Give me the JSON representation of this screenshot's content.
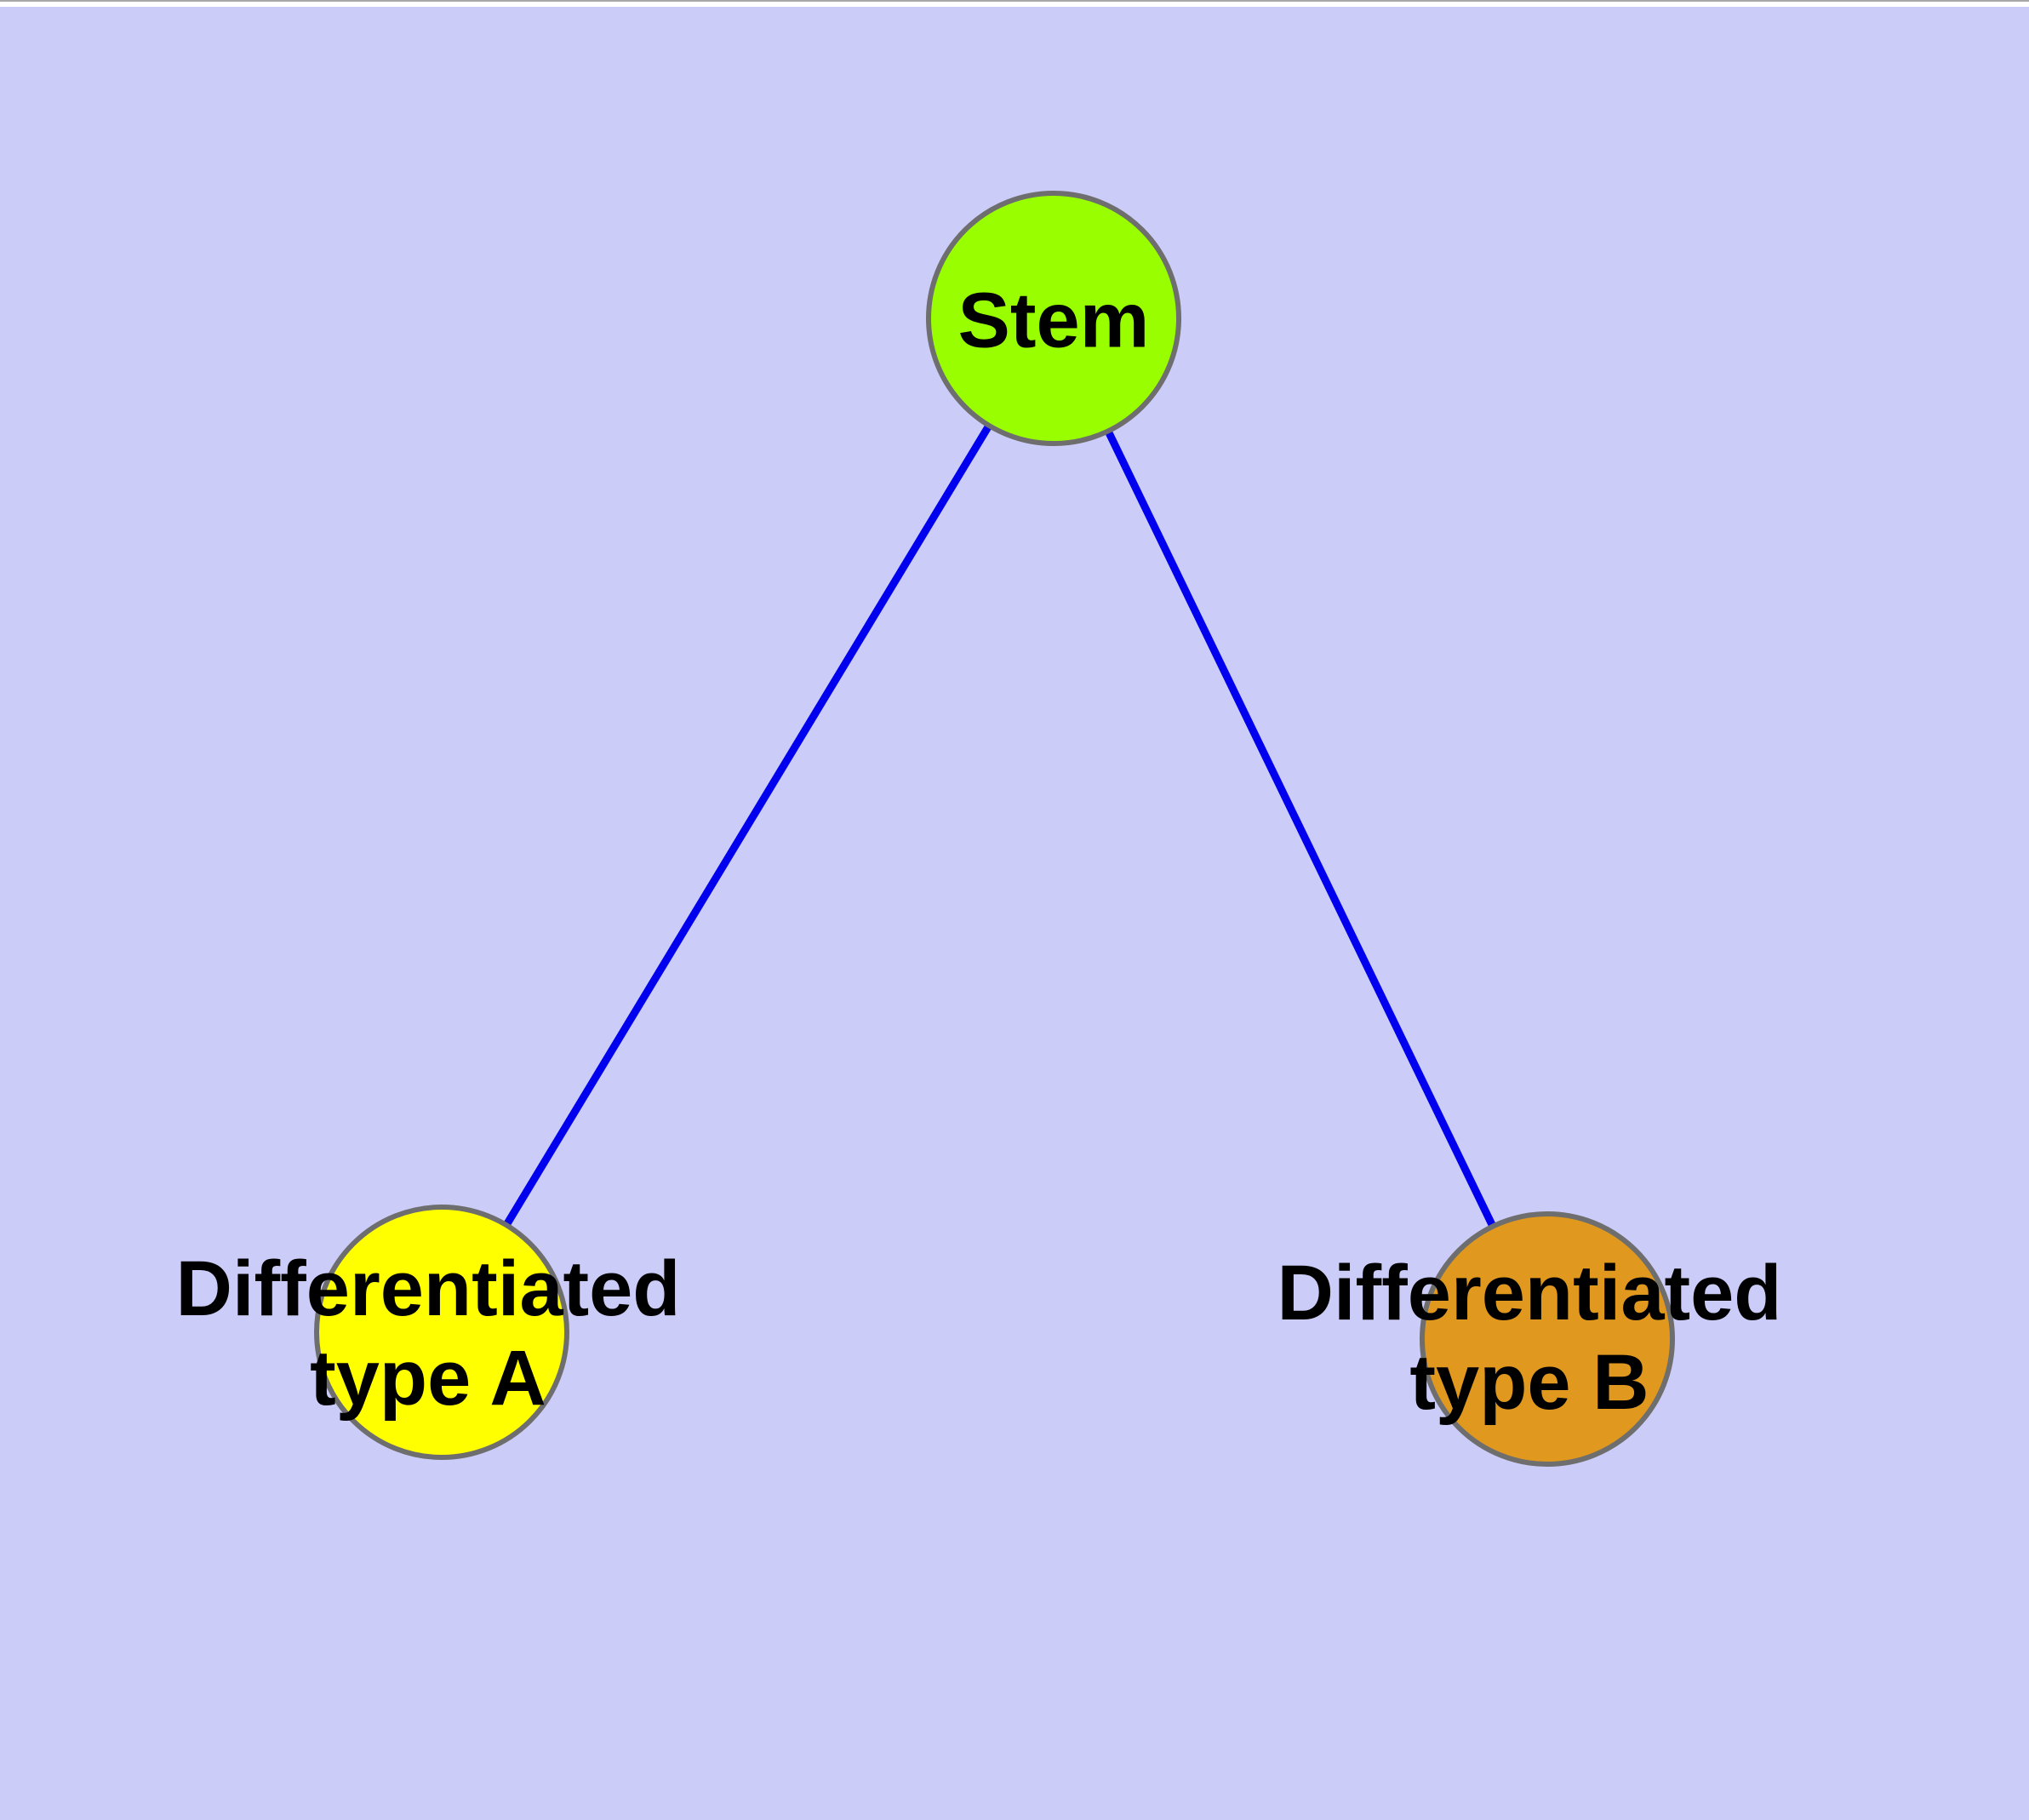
{
  "diagram": {
    "background_color": "#ccccf8",
    "edge_color": "#0000ee",
    "node_border_color": "#6e6e6e",
    "text_color": "#000000",
    "nodes": [
      {
        "id": "stem",
        "label": "Stem",
        "fill": "#99ff00"
      },
      {
        "id": "differentiated-type-a",
        "label": "Differentiated\ntype A",
        "fill": "#ffff00"
      },
      {
        "id": "differentiated-type-b",
        "label": "Differentiated\ntype B",
        "fill": "#e0981e"
      }
    ],
    "edges": [
      {
        "from": "stem",
        "to": "differentiated-type-a"
      },
      {
        "from": "stem",
        "to": "differentiated-type-b"
      }
    ]
  }
}
